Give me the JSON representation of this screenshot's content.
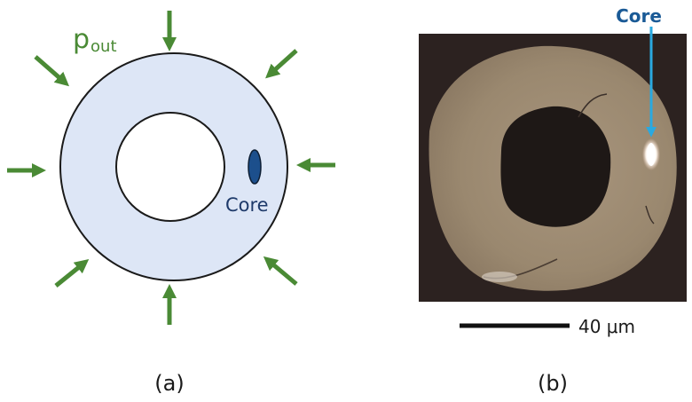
{
  "panel_a": {
    "pressure_label": "p",
    "pressure_subscript": "out",
    "core_label": "Core",
    "caption": "(a)"
  },
  "panel_b": {
    "core_label": "Core",
    "scale_bar_label": "40 μm",
    "caption": "(b)"
  },
  "colors": {
    "arrow": "#4a8a35",
    "ring_fill": "#dde6f6",
    "ring_stroke": "#1a1a1a",
    "core_fill": "#1c4f8c",
    "core_label": "#1e3a6a",
    "photo_core_label": "#1a5a96",
    "photo_arrow": "#2aa9e0"
  }
}
